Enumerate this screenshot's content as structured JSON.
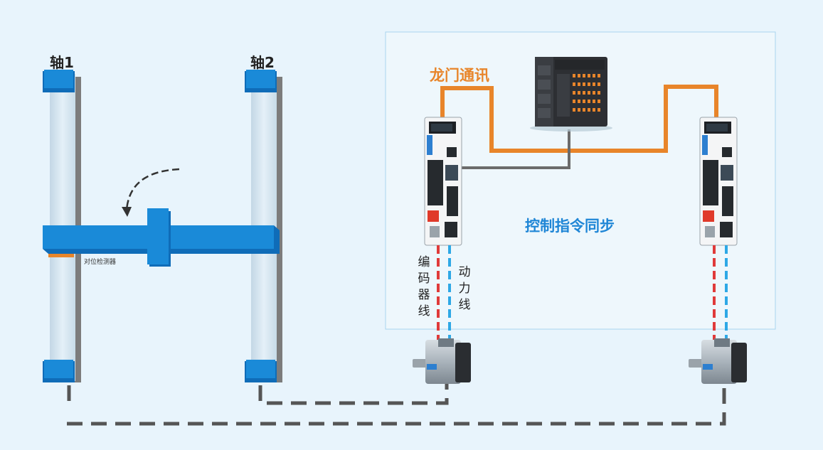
{
  "axes": [
    {
      "label": "轴1"
    },
    {
      "label": "轴2"
    }
  ],
  "detector_label": "对位检测器",
  "gantry_comm_label": "龙门通讯",
  "sync_label": "控制指令同步",
  "encoder_cable_label": "编码器线",
  "power_cable_label": "动力线",
  "colors": {
    "background": "#e8f4fc",
    "rail_blue": "#1a8ad8",
    "gantry_orange": "#e8852a",
    "sync_text_blue": "#1f86d6",
    "encoder_red": "#e03a3a",
    "power_cyan": "#2ea8e6",
    "link_gray": "#555555"
  }
}
